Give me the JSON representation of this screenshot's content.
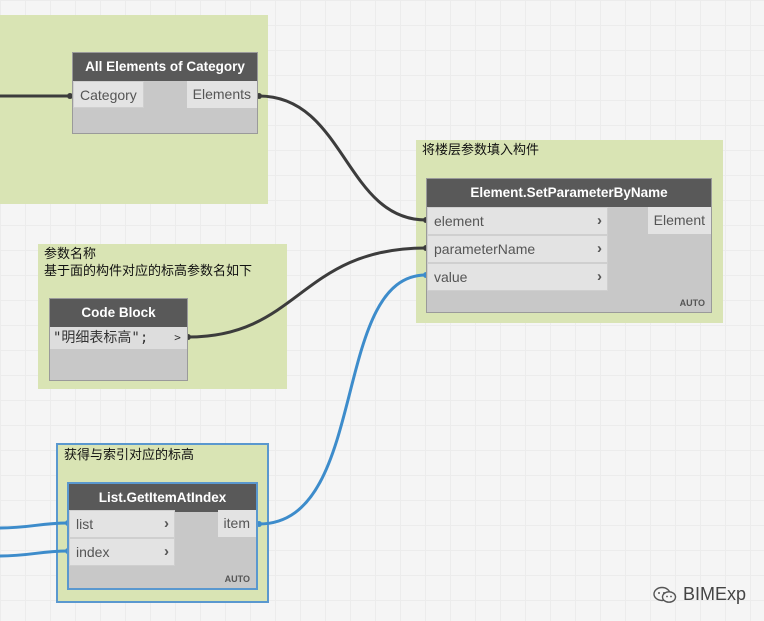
{
  "groups": {
    "top": {
      "title": ""
    },
    "set_param": {
      "title": "将楼层参数填入构件"
    },
    "param_name": {
      "title": "参数名称\n基于面的构件对应的标高参数名如下"
    },
    "get_level": {
      "title": "获得与索引对应的标高"
    }
  },
  "nodes": {
    "all_elements": {
      "title": "All Elements of Category",
      "input": "Category",
      "output": "Elements"
    },
    "set_param": {
      "title": "Element.SetParameterByName",
      "inputs": [
        "element",
        "parameterName",
        "value"
      ],
      "output": "Element",
      "lacing": "AUTO"
    },
    "code_block": {
      "title": "Code Block",
      "code": "\"明细表标高\";",
      "output_marker": ">"
    },
    "get_item": {
      "title": "List.GetItemAtIndex",
      "inputs": [
        "list",
        "index"
      ],
      "output": "item",
      "lacing": "AUTO"
    }
  },
  "colors": {
    "wire_dark": "#3c3c3c",
    "wire_blue": "#3d8ccb",
    "group_fill": "#d9e4b4",
    "node_header": "#595959",
    "selection": "#5a98cf"
  },
  "watermark": {
    "text": "BIMExp",
    "icon": "wechat-icon"
  }
}
